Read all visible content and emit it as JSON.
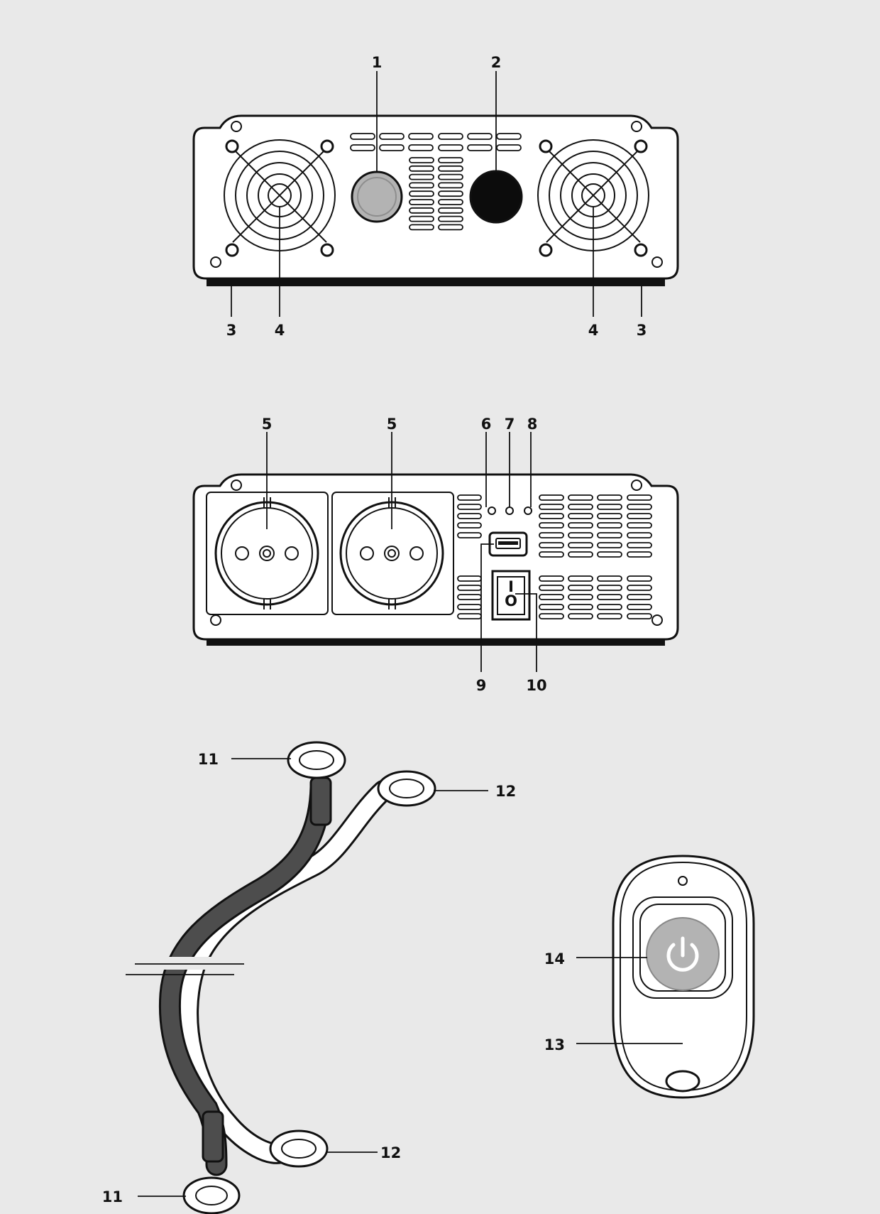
{
  "colors": {
    "background": "#e9e9e9",
    "outline": "#111111",
    "fill": "#ffffff",
    "grey_button": "#b3b3b3",
    "black_button": "#0c0c0c",
    "cable_dark": "#4d4d4d"
  },
  "views": {
    "front_panel": {
      "labels": [
        "1",
        "2",
        "3",
        "4",
        "4",
        "3"
      ]
    },
    "rear_panel": {
      "labels": [
        "5",
        "5",
        "6",
        "7",
        "8",
        "9",
        "10"
      ],
      "switch_on_mark": "I",
      "switch_off_mark": "O"
    },
    "cables": {
      "labels": [
        "11",
        "12",
        "12",
        "11"
      ]
    },
    "remote": {
      "labels": [
        "14",
        "13"
      ],
      "button_icon": "power-icon"
    }
  }
}
